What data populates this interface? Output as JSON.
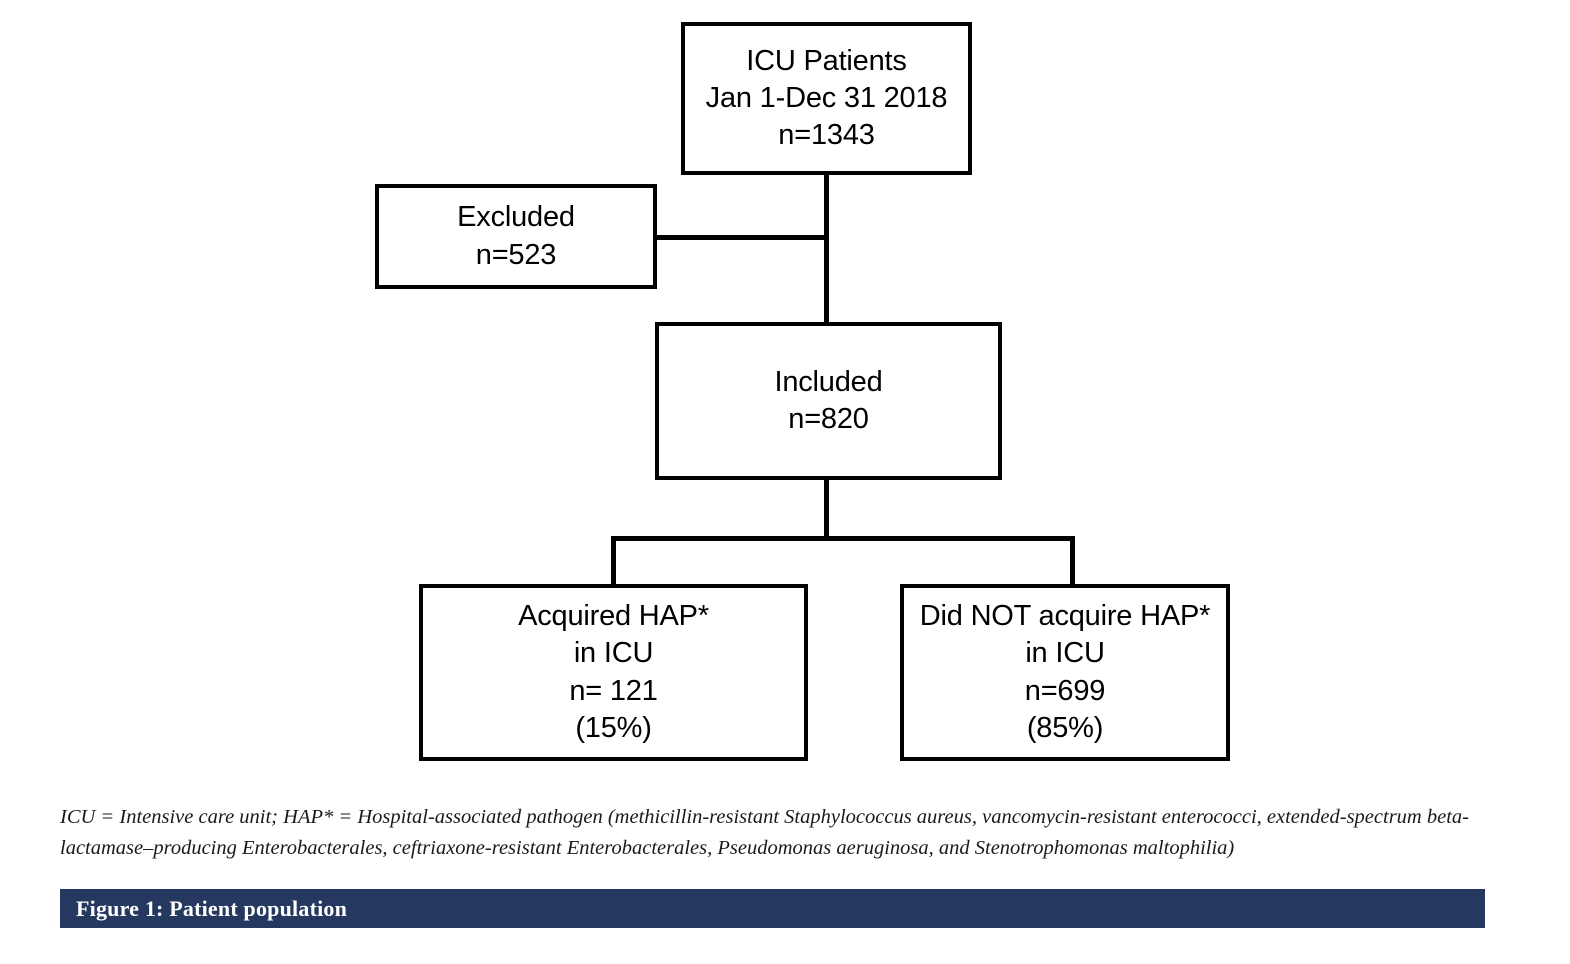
{
  "chart_data": {
    "type": "diagram",
    "diagram_kind": "flowchart",
    "title": "Figure 1: Patient population",
    "nodes": [
      {
        "id": "icu-patients",
        "lines": [
          "ICU Patients",
          "Jan 1-Dec 31 2018",
          "n=1343"
        ],
        "n": 1343
      },
      {
        "id": "excluded",
        "lines": [
          "Excluded",
          "n=523"
        ],
        "n": 523
      },
      {
        "id": "included",
        "lines": [
          "Included",
          "n=820"
        ],
        "n": 820
      },
      {
        "id": "acquired-hap",
        "lines": [
          "Acquired HAP*",
          "in ICU",
          "n= 121",
          "(15%)"
        ],
        "n": 121,
        "percent": 15
      },
      {
        "id": "no-hap",
        "lines": [
          "Did NOT acquire HAP*",
          "in ICU",
          "n=699",
          "(85%)"
        ],
        "n": 699,
        "percent": 85
      }
    ],
    "edges": [
      {
        "from": "icu-patients",
        "to": "excluded"
      },
      {
        "from": "icu-patients",
        "to": "included"
      },
      {
        "from": "included",
        "to": "acquired-hap"
      },
      {
        "from": "included",
        "to": "no-hap"
      }
    ],
    "colors": {
      "box_border": "#000000",
      "box_fill": "#ffffff",
      "connector": "#000000",
      "caption_bar": "#25385f",
      "caption_text": "#ffffff"
    }
  },
  "flowchart": {
    "icu_patients": {
      "line1": "ICU Patients",
      "line2": "Jan 1-Dec 31 2018",
      "line3": "n=1343"
    },
    "excluded": {
      "line1": "Excluded",
      "line2": "n=523"
    },
    "included": {
      "line1": "Included",
      "line2": "n=820"
    },
    "acquired_hap": {
      "line1": "Acquired HAP*",
      "line2": "in ICU",
      "line3": "n= 121",
      "line4": "(15%)"
    },
    "no_hap": {
      "line1": "Did NOT acquire HAP*",
      "line2": "in ICU",
      "line3": "n=699",
      "line4": "(85%)"
    }
  },
  "footnote": {
    "text": "ICU = Intensive care unit; HAP* = Hospital-associated pathogen (methicillin-resistant Staphylococcus aureus, vancomycin-resistant enterococci, extended-spectrum beta-lactamase–producing Enterobacterales, ceftriaxone-resistant Enterobacterales, Pseudomonas aeruginosa, and Stenotrophomonas maltophilia)"
  },
  "caption": {
    "text": "Figure 1: Patient population"
  }
}
